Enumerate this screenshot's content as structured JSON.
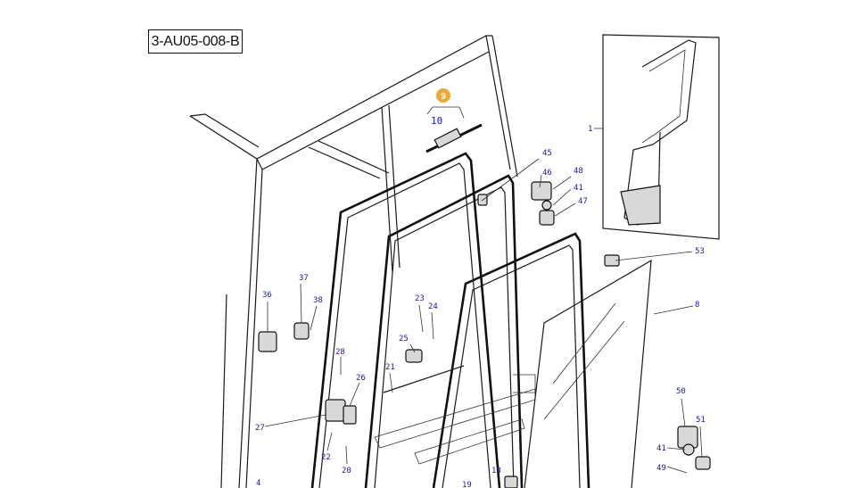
{
  "reference_code": "3-AU05-008-B",
  "highlight_marker": {
    "label": "9",
    "color": "#f0a830"
  },
  "callout_color": "#1a1aa8",
  "callouts": {
    "c10": "10",
    "c1": "1",
    "c45": "45",
    "c46": "46",
    "c48": "48",
    "c41a": "41",
    "c47": "47",
    "c53": "53",
    "c8": "8",
    "c37": "37",
    "c36": "36",
    "c38": "38",
    "c23": "23",
    "c24": "24",
    "c25": "25",
    "c28": "28",
    "c21": "21",
    "c26": "26",
    "c27": "27",
    "c22": "22",
    "c20": "20",
    "c4": "4",
    "c50": "50",
    "c51": "51",
    "c41b": "41",
    "c49": "49",
    "c18": "18",
    "c19": "19"
  }
}
